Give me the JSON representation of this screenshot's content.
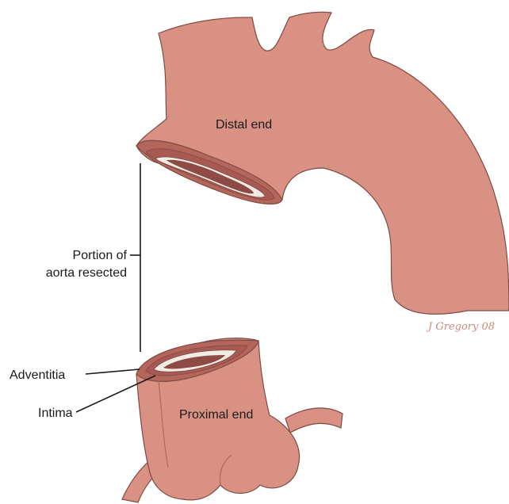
{
  "labels": {
    "distal_end": "Distal end",
    "proximal_end": "Proximal end",
    "portion_line1": "Portion of",
    "portion_line2": "aorta resected",
    "adventitia": "Adventitia",
    "intima": "Intima"
  },
  "signature": "J Gregory 08",
  "colors": {
    "tissue": "#d99184",
    "tissue_dark": "#b5665b",
    "lumen": "#a85a52",
    "lumen_deep": "#8e4a44",
    "intima_ring": "#f1ece4",
    "outline": "#7d4a44",
    "leader_line": "#1a1a1a"
  }
}
